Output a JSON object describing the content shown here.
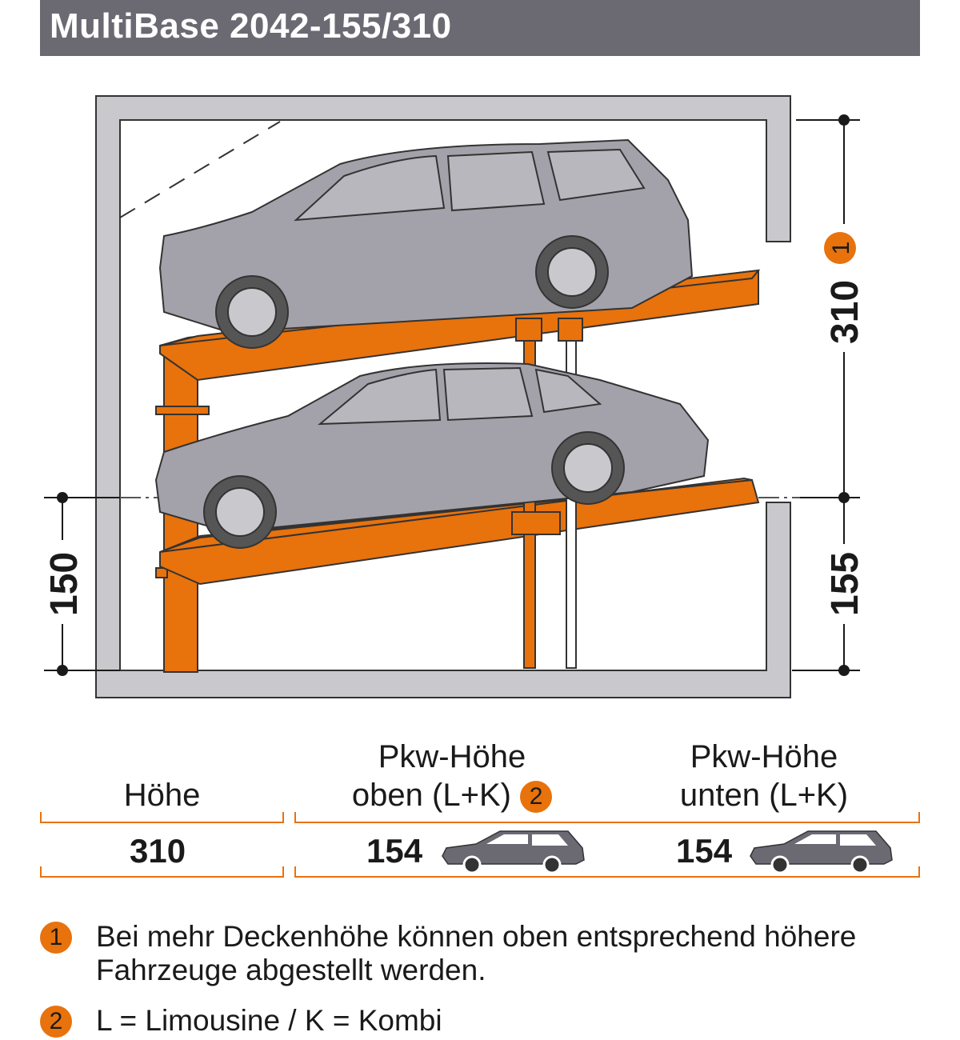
{
  "title": "MultiBase 2042-155/310",
  "dimensions": {
    "total_height": "310",
    "lower_height": "155",
    "pit_depth": "150",
    "note_badge": "1"
  },
  "table": {
    "columns": [
      {
        "header": "Höhe",
        "value": "310"
      },
      {
        "header_line1": "Pkw-Höhe",
        "header_line2": "oben (L+K)",
        "badge": "2",
        "value": "154",
        "icon": "station-wagon-icon"
      },
      {
        "header_line1": "Pkw-Höhe",
        "header_line2": "unten (L+K)",
        "value": "154",
        "icon": "station-wagon-icon"
      }
    ]
  },
  "notes": [
    {
      "badge": "1",
      "text": "Bei mehr Deckenhöhe können oben entsprechend höhere Fahrzeuge abgestellt werden."
    },
    {
      "badge": "2",
      "text": "L = Limousine / K = Kombi"
    }
  ],
  "colors": {
    "platform": "#e8720c",
    "wall": "#c9c8cc",
    "car": "#a3a2aa",
    "title_bar": "#6b6a73",
    "badge": "#e8720c"
  }
}
